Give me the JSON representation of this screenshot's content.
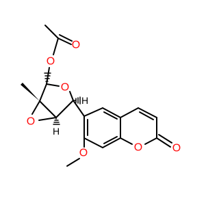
{
  "molecule": {
    "atoms": {
      "o_carbonyl_acetyl": "O",
      "o_ester": "O",
      "o_ring_furanose": "O",
      "o_epoxide": "O",
      "o_methoxy": "O",
      "o_lactone_ring": "O",
      "o_lactone_carbonyl": "O",
      "h_epoxide": "H",
      "h_ring": "H"
    },
    "colors": {
      "carbon_bonds": "#000000",
      "oxygen": "#ff0d0d",
      "background": "#ffffff"
    }
  }
}
